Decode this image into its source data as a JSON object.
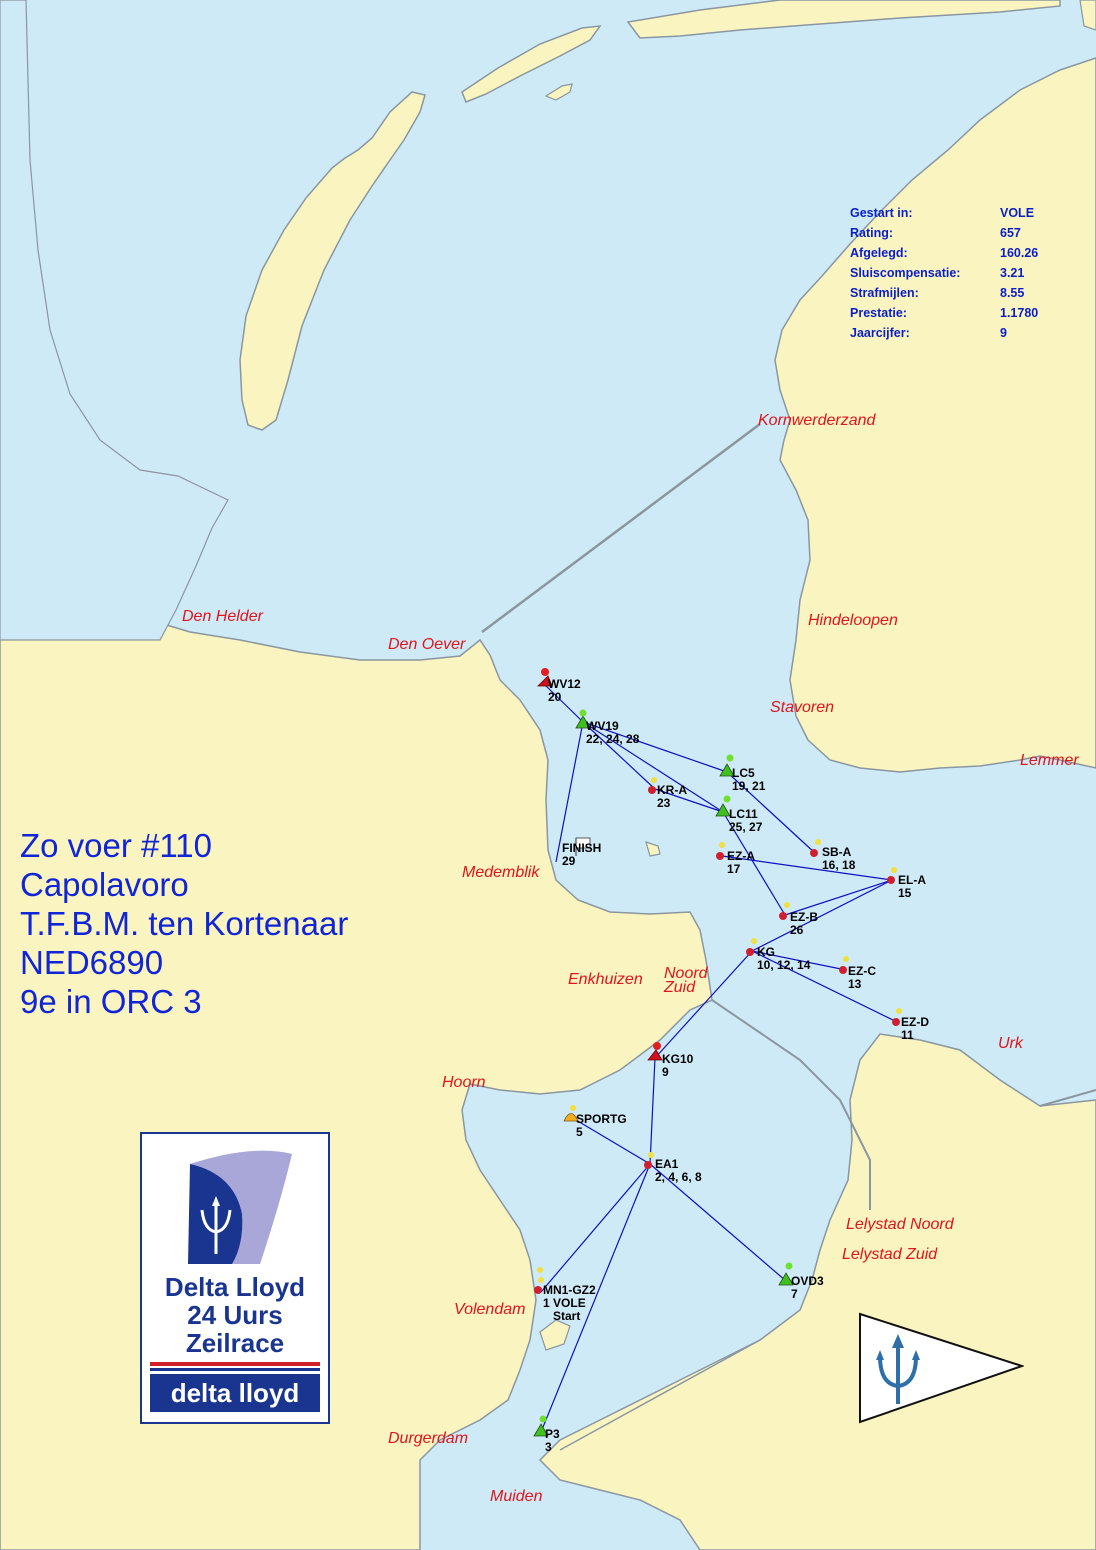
{
  "colors": {
    "water": "#cfeaf7",
    "land": "#faf4c0",
    "coast": "#8a96a0",
    "course": "#1010c0",
    "place": "#e0141c",
    "stats": "#0a1ec8",
    "boat_info": "#1024d8",
    "logo_blue": "#1a3590",
    "logo_red": "#d0202a"
  },
  "places": [
    {
      "name": "Kornwerderzand"
    },
    {
      "name": "Den Helder"
    },
    {
      "name": "Den Oever"
    },
    {
      "name": "Hindeloopen"
    },
    {
      "name": "Stavoren"
    },
    {
      "name": "Lemmer"
    },
    {
      "name": "Medemblik"
    },
    {
      "name": "Enkhuizen"
    },
    {
      "name": "Noord"
    },
    {
      "name": "Zuid"
    },
    {
      "name": "Urk"
    },
    {
      "name": "Hoorn"
    },
    {
      "name": "Lelystad Noord"
    },
    {
      "name": "Lelystad Zuid"
    },
    {
      "name": "Volendam"
    },
    {
      "name": "Durgerdam"
    },
    {
      "name": "Muiden"
    }
  ],
  "stats": [
    {
      "label": "Gestart in:",
      "value": "VOLE"
    },
    {
      "label": "Rating:",
      "value": "657"
    },
    {
      "label": "Afgelegd:",
      "value": "160.26"
    },
    {
      "label": "Sluiscompensatie:",
      "value": "3.21"
    },
    {
      "label": "Strafmijlen:",
      "value": "8.55"
    },
    {
      "label": "Prestatie:",
      "value": "1.1780"
    },
    {
      "label": "Jaarcijfer:",
      "value": "9"
    }
  ],
  "boat_info": {
    "line1": "Zo voer #110",
    "line2": "Capolavoro",
    "line3": "T.F.B.M. ten Kortenaar",
    "line4": "NED6890",
    "line5": "9e in ORC 3"
  },
  "marks": [
    {
      "name": "WV12",
      "legs": "20",
      "icon": "red-flag-icon"
    },
    {
      "name": "WV19",
      "legs": "22, 24, 28",
      "icon": "green-buoy-icon"
    },
    {
      "name": "LC5",
      "legs": "19, 21",
      "icon": "green-buoy-icon"
    },
    {
      "name": "KR-A",
      "legs": "23",
      "icon": "red-buoy-icon"
    },
    {
      "name": "LC11",
      "legs": "25, 27",
      "icon": "green-buoy-icon"
    },
    {
      "name": "FINISH",
      "legs": "29",
      "icon": "finish-flag-icon"
    },
    {
      "name": "SB-A",
      "legs": "16, 18",
      "icon": "red-buoy-icon"
    },
    {
      "name": "EZ-A",
      "legs": "17",
      "icon": "red-buoy-icon"
    },
    {
      "name": "EL-A",
      "legs": "15",
      "icon": "red-buoy-icon"
    },
    {
      "name": "EZ-B",
      "legs": "26",
      "icon": "red-buoy-icon"
    },
    {
      "name": "KG",
      "legs": "10, 12, 14",
      "icon": "red-buoy-icon"
    },
    {
      "name": "EZ-C",
      "legs": "13",
      "icon": "red-buoy-icon"
    },
    {
      "name": "EZ-D",
      "legs": "11",
      "icon": "red-buoy-icon"
    },
    {
      "name": "KG10",
      "legs": "9",
      "icon": "red-flag-icon"
    },
    {
      "name": "SPORTG",
      "legs": "5",
      "icon": "yellow-buoy-icon"
    },
    {
      "name": "EA1",
      "legs": "2, 4, 6, 8",
      "icon": "red-buoy-icon"
    },
    {
      "name": "MN1-GZ2",
      "legs": "1",
      "extra": "VOLE",
      "extra2": "Start",
      "icon": "red-buoy-icon"
    },
    {
      "name": "OVD3",
      "legs": "7",
      "icon": "green-buoy-icon"
    },
    {
      "name": "P3",
      "legs": "3",
      "icon": "green-buoy-icon"
    }
  ],
  "logo": {
    "line1": "Delta Lloyd",
    "line2": "24 Uurs",
    "line3": "Zeilrace",
    "brand": "delta lloyd"
  }
}
